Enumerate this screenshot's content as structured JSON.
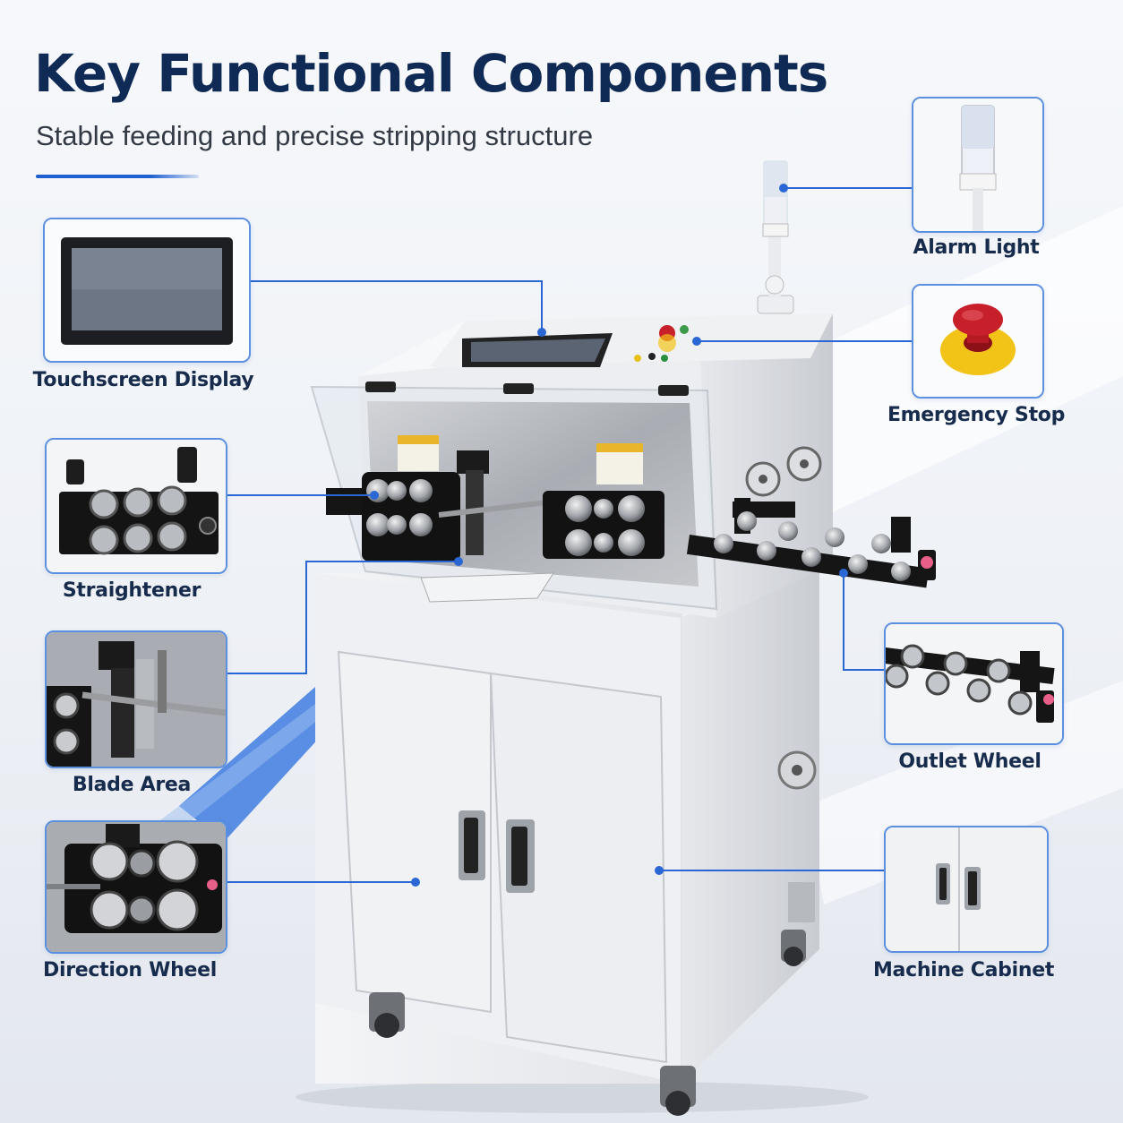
{
  "header": {
    "title": "Key Functional Components",
    "subtitle": "Stable feeding and precise stripping structure"
  },
  "components": {
    "touchscreen": {
      "label": "Touchscreen Display",
      "icon": "touchscreen-photo"
    },
    "straightener": {
      "label": "Straightener",
      "icon": "straightener-photo"
    },
    "blade_area": {
      "label": "Blade Area",
      "icon": "blade-area-photo"
    },
    "direction_wheel": {
      "label": "Direction Wheel",
      "icon": "direction-wheel-photo"
    },
    "alarm_light": {
      "label": "Alarm Light",
      "icon": "alarm-light-photo"
    },
    "emergency_stop": {
      "label": "Emergency Stop",
      "icon": "emergency-stop-photo"
    },
    "outlet_wheel": {
      "label": "Outlet Wheel",
      "icon": "outlet-wheel-photo"
    },
    "machine_cabinet": {
      "label": "Machine Cabinet",
      "icon": "machine-cabinet-photo"
    }
  },
  "colors": {
    "title": "#0f2a55",
    "accent_blue": "#1f5fd0",
    "callout_border": "#5b8fe0",
    "estop_red": "#c8202a",
    "estop_yellow": "#f2c418"
  }
}
